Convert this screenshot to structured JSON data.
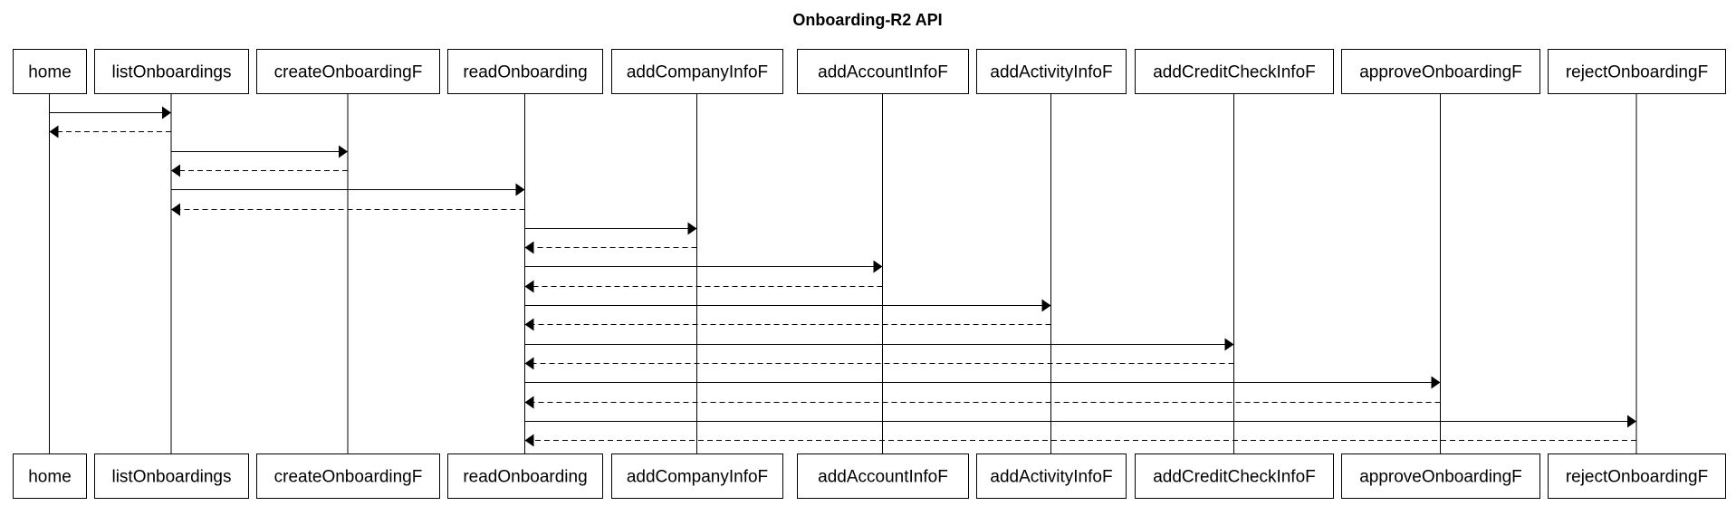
{
  "diagram": {
    "title": "Onboarding-R2 API",
    "participants": [
      "home",
      "listOnboardings",
      "createOnboardingF",
      "readOnboarding",
      "addCompanyInfoF",
      "addAccountInfoF",
      "addActivityInfoF",
      "addCreditCheckInfoF",
      "approveOnboardingF",
      "rejectOnboardingF"
    ],
    "messages": [
      {
        "from": "home",
        "to": "listOnboardings",
        "kind": "call"
      },
      {
        "from": "listOnboardings",
        "to": "home",
        "kind": "return"
      },
      {
        "from": "listOnboardings",
        "to": "createOnboardingF",
        "kind": "call"
      },
      {
        "from": "createOnboardingF",
        "to": "listOnboardings",
        "kind": "return"
      },
      {
        "from": "listOnboardings",
        "to": "readOnboarding",
        "kind": "call"
      },
      {
        "from": "readOnboarding",
        "to": "listOnboardings",
        "kind": "return"
      },
      {
        "from": "readOnboarding",
        "to": "addCompanyInfoF",
        "kind": "call"
      },
      {
        "from": "addCompanyInfoF",
        "to": "readOnboarding",
        "kind": "return"
      },
      {
        "from": "readOnboarding",
        "to": "addAccountInfoF",
        "kind": "call"
      },
      {
        "from": "addAccountInfoF",
        "to": "readOnboarding",
        "kind": "return"
      },
      {
        "from": "readOnboarding",
        "to": "addActivityInfoF",
        "kind": "call"
      },
      {
        "from": "addActivityInfoF",
        "to": "readOnboarding",
        "kind": "return"
      },
      {
        "from": "readOnboarding",
        "to": "addCreditCheckInfoF",
        "kind": "call"
      },
      {
        "from": "addCreditCheckInfoF",
        "to": "readOnboarding",
        "kind": "return"
      },
      {
        "from": "readOnboarding",
        "to": "approveOnboardingF",
        "kind": "call"
      },
      {
        "from": "approveOnboardingF",
        "to": "readOnboarding",
        "kind": "return"
      },
      {
        "from": "readOnboarding",
        "to": "rejectOnboardingF",
        "kind": "call"
      },
      {
        "from": "rejectOnboardingF",
        "to": "readOnboarding",
        "kind": "return"
      }
    ]
  }
}
